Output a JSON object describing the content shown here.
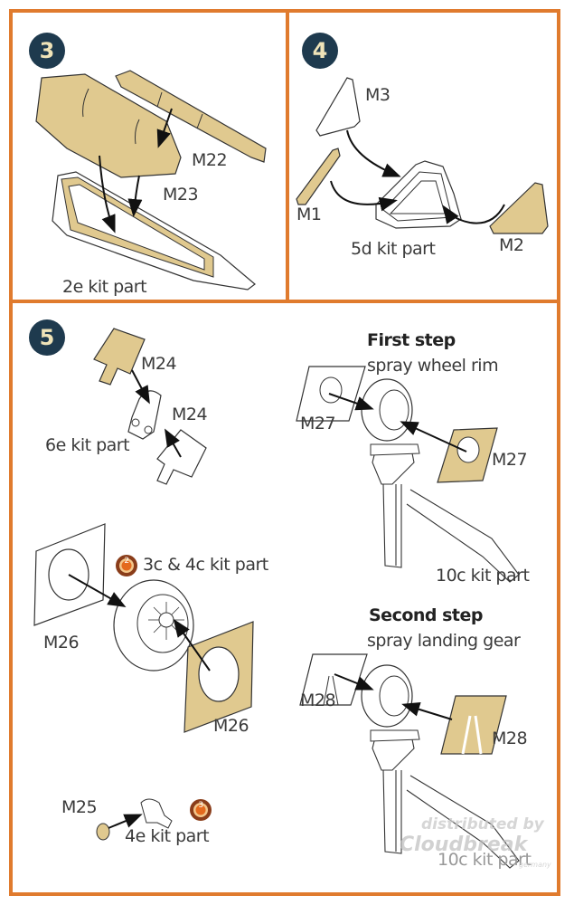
{
  "colors": {
    "frame": "#e07b2e",
    "badge": "#1e3a4e",
    "badge_text": "#efe3b8",
    "mask": "#e0c98f",
    "ink": "#222222"
  },
  "step3": {
    "number": "3",
    "labels": {
      "m22": "M22",
      "m23": "M23",
      "kit": "2e kit part"
    }
  },
  "step4": {
    "number": "4",
    "labels": {
      "m3": "M3",
      "m1": "M1",
      "m2": "M2",
      "kit": "5d kit part"
    }
  },
  "step5": {
    "number": "5",
    "labels": {
      "m24_top": "M24",
      "m24_bottom": "M24",
      "kit6e": "6e kit part",
      "m26_left": "M26",
      "m26_right": "M26",
      "kit3c4c": "3c & 4c kit part",
      "m25": "M25",
      "kit4e": "4e kit part",
      "m27_left": "M27",
      "m27_right": "M27",
      "kit10c": "10c kit part",
      "m28_left": "M28",
      "m28_right": "M28",
      "kit10c_2": "10c kit part"
    },
    "first_step": {
      "title": "First step",
      "subtitle": "spray wheel rim"
    },
    "second_step": {
      "title": "Second step",
      "subtitle": "spray landing gear"
    },
    "ref_icon_2": "2",
    "ref_icon_3": "3"
  },
  "watermark": {
    "line1": "distributed by",
    "line2": "Cloudbreak",
    "line3": "germany"
  }
}
